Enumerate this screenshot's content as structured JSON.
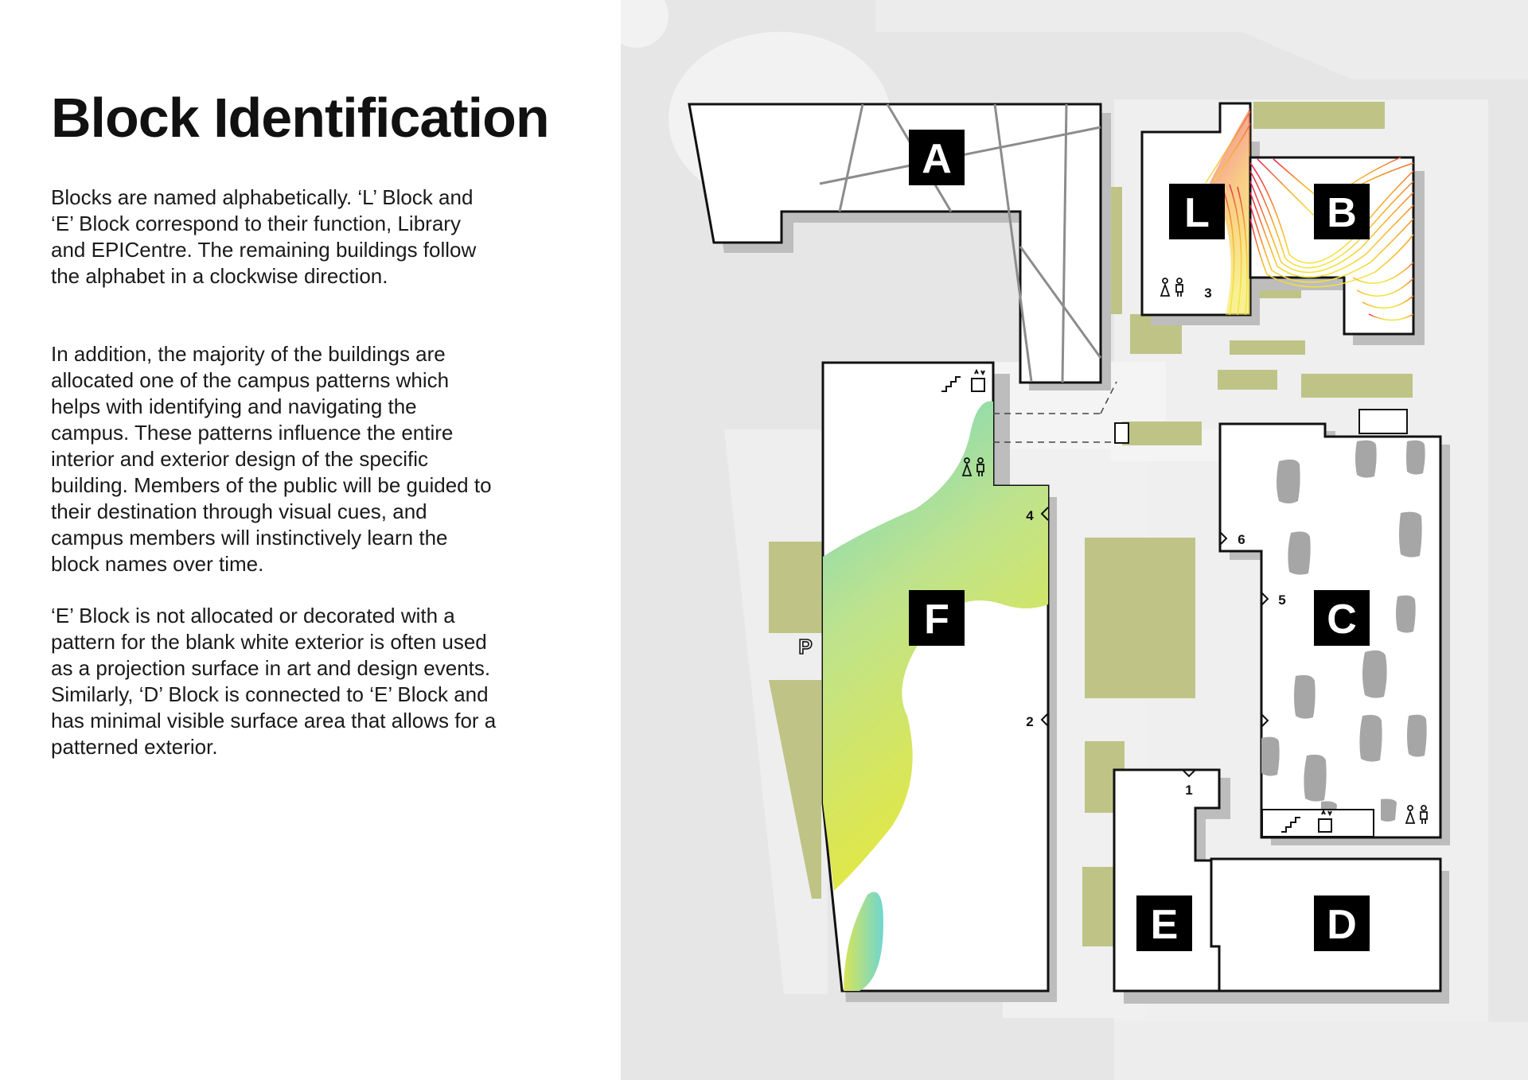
{
  "title": "Block Identification",
  "paragraphs": [
    "Blocks are named alphabetically. ‘L’ Block and ‘E’ Block correspond to their function, Library and EPICentre. The remaining buildings follow the alphabet in a clockwise direction.",
    "In addition, the majority of the buildings are allocated one of the campus patterns which helps with identifying and navigating the campus. These patterns influence the entire interior and exterior design of the specific building. Members of the public will be guided to their destination through visual cues, and campus members will instinctively learn the block names over time.",
    "‘E’ Block is not allocated or decorated with a pattern for the blank white exterior is often used as a projection surface in art and design events. Similarly, ‘D’ Block is connected to ‘E’ Block and has minimal visible surface area that allows for a patterned exterior."
  ],
  "map": {
    "blocks": {
      "a": "A",
      "l": "L",
      "b": "B",
      "f": "F",
      "c": "C",
      "e": "E",
      "d": "D"
    },
    "entrances": {
      "e1": "1",
      "e2": "2",
      "e3": "3",
      "e4": "4",
      "e5": "5",
      "e6": "6"
    },
    "parking_label": "P",
    "icons": [
      "stairs-icon",
      "lift-icon",
      "toilets-icon",
      "parking-icon"
    ],
    "colors": {
      "label_bg": "#000000",
      "label_text": "#ffffff",
      "grass": "#bfc486",
      "ground": "#e6e6e6",
      "building": "#ffffff",
      "f_pattern": [
        "#6fd6c6",
        "#cfe46a",
        "#e7e83a"
      ],
      "lb_pattern": [
        "#e8194f",
        "#f5a623",
        "#f3e33a"
      ],
      "c_pattern": "#a6a6a6"
    }
  }
}
